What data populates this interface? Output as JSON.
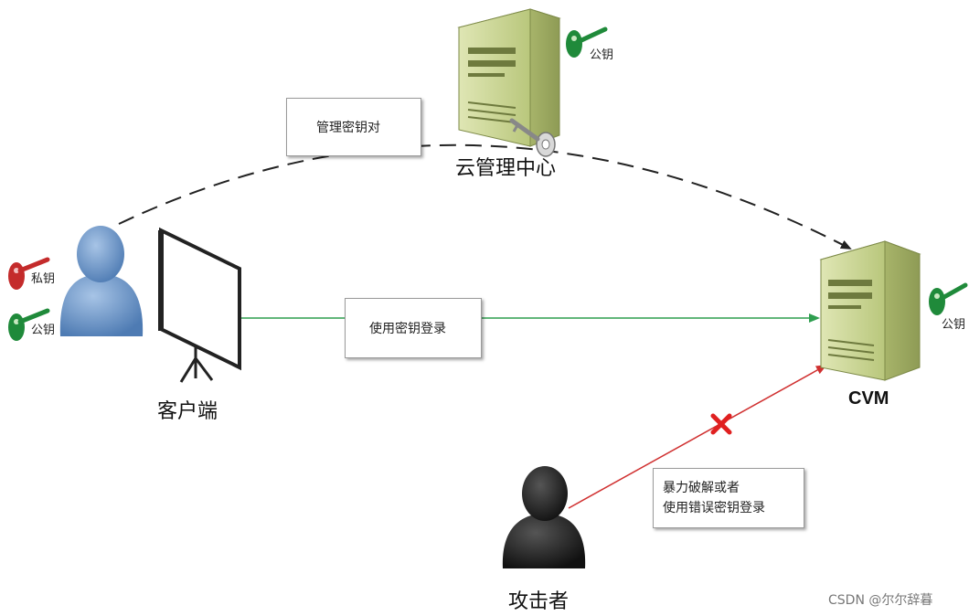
{
  "colors": {
    "server_body": "#c7d38d",
    "person_client": "#6f97c6",
    "person_attacker": "#222222",
    "key_green": "#1f8a3a",
    "key_red": "#c42b2b",
    "arrow_green": "#2e9e4f",
    "arrow_red": "#d03030"
  },
  "nodes": {
    "cloud_center": "云管理中心",
    "client": "客户端",
    "cvm": "CVM",
    "attacker": "攻击者"
  },
  "keys": {
    "cloud_public": "公钥",
    "client_private": "私钥",
    "client_public": "公钥",
    "cvm_public": "公钥"
  },
  "edges": {
    "manage_keypair": "管理密钥对",
    "login_with_key": "使用密钥登录",
    "attack_line1": "暴力破解或者",
    "attack_line2": "使用错误密钥登录"
  },
  "watermark": "CSDN @尔尔辞暮"
}
